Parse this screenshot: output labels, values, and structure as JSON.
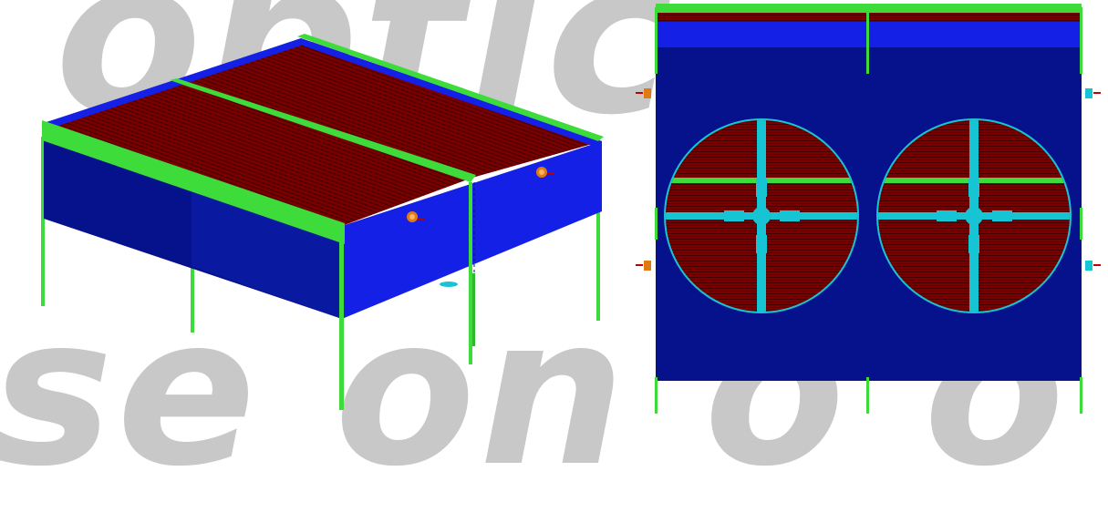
{
  "watermark": {
    "line1": "optic",
    "line2": "se on o o"
  },
  "colors": {
    "casing_blue": "#1520e6",
    "casing_dark": "#06128c",
    "coil_red": "#7a0000",
    "frame_green": "#3ddc3a",
    "fan_cyan": "#17c4d4",
    "fitting_orange": "#e07a12"
  },
  "views": [
    {
      "name": "isometric-view",
      "description_icon": "heat-exchanger-isometric-icon"
    },
    {
      "name": "top-view",
      "description_icon": "heat-exchanger-top-icon"
    }
  ]
}
